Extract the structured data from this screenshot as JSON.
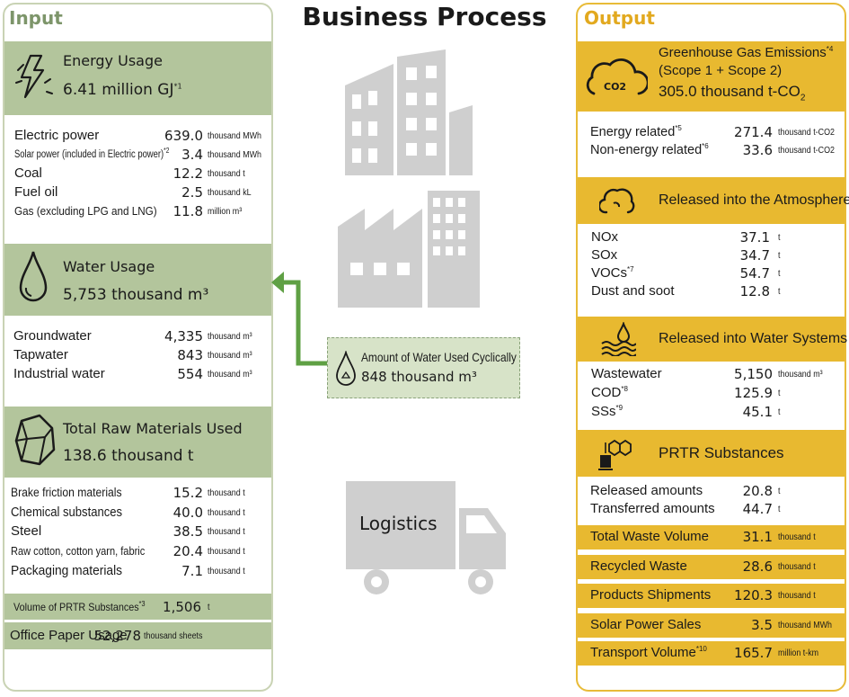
{
  "title": "Business Process",
  "input": {
    "header": "Input",
    "energy": {
      "title": "Energy Usage",
      "value": "6.41 million GJ",
      "note": "*1",
      "rows": [
        {
          "label": "Electric power",
          "note": "",
          "value": "639.0",
          "unit": "thousand MWh"
        },
        {
          "label": "Solar power (included in Electric power)",
          "note": "*2",
          "value": "3.4",
          "unit": "thousand MWh"
        },
        {
          "label": "Coal",
          "note": "",
          "value": "12.2",
          "unit": "thousand t"
        },
        {
          "label": "Fuel oil",
          "note": "",
          "value": "2.5",
          "unit": "thousand kL"
        },
        {
          "label": "Gas (excluding LPG and LNG)",
          "note": "",
          "value": "11.8",
          "unit": "million m³"
        }
      ]
    },
    "water": {
      "title": "Water Usage",
      "value": "5,753 thousand m³",
      "rows": [
        {
          "label": "Groundwater",
          "value": "4,335",
          "unit": "thousand m³"
        },
        {
          "label": "Tapwater",
          "value": "843",
          "unit": "thousand m³"
        },
        {
          "label": "Industrial water",
          "value": "554",
          "unit": "thousand m³"
        }
      ]
    },
    "raw": {
      "title": "Total Raw Materials Used",
      "value": "138.6 thousand t",
      "rows": [
        {
          "label": "Brake friction materials",
          "value": "15.2",
          "unit": "thousand t"
        },
        {
          "label": "Chemical substances",
          "value": "40.0",
          "unit": "thousand t"
        },
        {
          "label": "Steel",
          "value": "38.5",
          "unit": "thousand t"
        },
        {
          "label": "Raw cotton, cotton yarn, fabric",
          "value": "20.4",
          "unit": "thousand t"
        },
        {
          "label": "Packaging materials",
          "value": "7.1",
          "unit": "thousand t"
        }
      ]
    },
    "prtr": {
      "label": "Volume of PRTR Substances",
      "note": "*3",
      "value": "1,506",
      "unit": "t"
    },
    "paper": {
      "label": "Office Paper Usage",
      "value": "52,278",
      "unit": "thousand sheets"
    }
  },
  "process": {
    "cyclic_label": "Amount of Water Used Cyclically",
    "cyclic_value": "848 thousand m³",
    "logistics": "Logistics"
  },
  "output": {
    "header": "Output",
    "ghg": {
      "title_line1": "Greenhouse Gas Emissions",
      "note": "*4",
      "title_line2": "(Scope 1 + Scope 2)",
      "value": "305.0 thousand t-CO",
      "value_sub": "2",
      "co2_label": "CO2",
      "rows": [
        {
          "label": "Energy related",
          "note": "*5",
          "value": "271.4",
          "unit": "thousand t-CO2"
        },
        {
          "label": "Non-energy related",
          "note": "*6",
          "value": "33.6",
          "unit": "thousand t-CO2"
        }
      ]
    },
    "atmos": {
      "title": "Released into the Atmosphere",
      "rows": [
        {
          "label": "NOx",
          "note": "",
          "value": "37.1",
          "unit": "t"
        },
        {
          "label": "SOx",
          "note": "",
          "value": "34.7",
          "unit": "t"
        },
        {
          "label": "VOCs",
          "note": "*7",
          "value": "54.7",
          "unit": "t"
        },
        {
          "label": "Dust and soot",
          "note": "",
          "value": "12.8",
          "unit": "t"
        }
      ]
    },
    "water": {
      "title": "Released into Water Systems",
      "rows": [
        {
          "label": "Wastewater",
          "note": "",
          "value": "5,150",
          "unit": "thousand m³"
        },
        {
          "label": "COD",
          "note": "*8",
          "value": "125.9",
          "unit": "t"
        },
        {
          "label": "SSs",
          "note": "*9",
          "value": "45.1",
          "unit": "t"
        }
      ]
    },
    "prtr": {
      "title": "PRTR Substances",
      "rows": [
        {
          "label": "Released amounts",
          "value": "20.8",
          "unit": "t"
        },
        {
          "label": "Transferred amounts",
          "value": "44.7",
          "unit": "t"
        }
      ]
    },
    "totals": [
      {
        "label": "Total Waste Volume",
        "note": "",
        "value": "31.1",
        "unit": "thousand t"
      },
      {
        "label": "Recycled Waste",
        "note": "",
        "value": "28.6",
        "unit": "thousand t"
      },
      {
        "label": "Products Shipments",
        "note": "",
        "value": "120.3",
        "unit": "thousand t"
      },
      {
        "label": "Solar Power Sales",
        "note": "",
        "value": "3.5",
        "unit": "thousand MWh"
      },
      {
        "label": "Transport Volume",
        "note": "*10",
        "value": "165.7",
        "unit": "million t-km"
      }
    ]
  },
  "colors": {
    "input_green": "#b3c59c",
    "output_yellow": "#e8b930",
    "arrow_green": "#5fa044",
    "gray_icon": "#cfcfcf"
  }
}
